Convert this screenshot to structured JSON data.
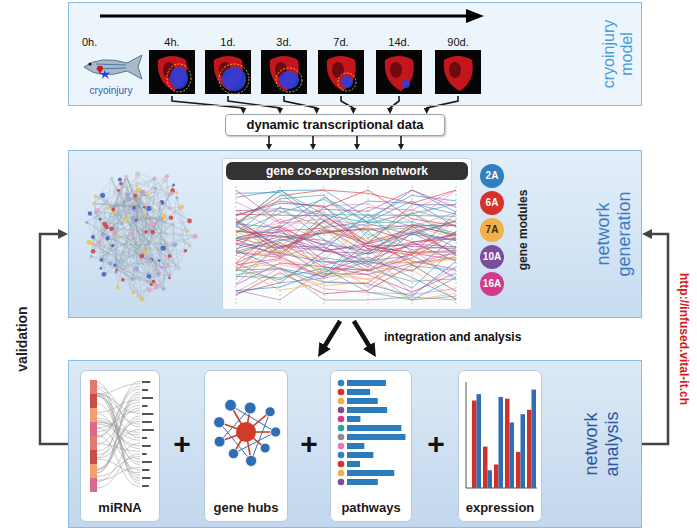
{
  "diagram": {
    "nodes": [
      {
        "text": [
          "cryoinjury model"
        ]
      },
      {
        "text": [
          "0h.",
          "cryoinjury"
        ],
        "in": 0
      },
      {
        "text": [
          "4h."
        ],
        "in": 0
      },
      {
        "text": [
          "1d."
        ],
        "in": 0
      },
      {
        "text": [
          "3d."
        ],
        "in": 0
      },
      {
        "text": [
          "7d."
        ],
        "in": 0
      },
      {
        "text": [
          "14d."
        ],
        "in": 0
      },
      {
        "text": [
          "90d."
        ],
        "in": 0
      },
      {
        "text": [
          "dynamic transcriptional data"
        ]
      },
      {
        "text": [
          "network generation"
        ]
      },
      {
        "text": [
          "gene co-expression network"
        ],
        "in": 9
      },
      {
        "text": [
          "2A"
        ],
        "in": 9
      },
      {
        "text": [
          "6A"
        ],
        "in": 9
      },
      {
        "text": [
          "7A"
        ],
        "in": 9
      },
      {
        "text": [
          "10A"
        ],
        "in": 9
      },
      {
        "text": [
          "16A"
        ],
        "in": 9
      },
      {
        "text": [
          "network analysis"
        ]
      },
      {
        "text": [
          "miRNA"
        ],
        "in": 16
      },
      {
        "text": [
          "gene hubs"
        ],
        "in": 16
      },
      {
        "text": [
          "pathways"
        ],
        "in": 16
      },
      {
        "text": [
          "expression"
        ],
        "in": 16
      }
    ],
    "edges": [
      {
        "from": 2,
        "to": 8,
        "arrow": "to"
      },
      {
        "from": 3,
        "to": 8,
        "arrow": "to"
      },
      {
        "from": 4,
        "to": 8,
        "arrow": "to"
      },
      {
        "from": 5,
        "to": 8,
        "arrow": "to"
      },
      {
        "from": 6,
        "to": 8,
        "arrow": "to"
      },
      {
        "from": 7,
        "to": 8,
        "arrow": "to"
      },
      {
        "from": 8,
        "to": 9,
        "arrow": "to"
      },
      {
        "from": 8,
        "to": 9,
        "arrow": "to"
      },
      {
        "from": 8,
        "to": 9,
        "arrow": "to"
      },
      {
        "from": 8,
        "to": 9,
        "arrow": "to"
      },
      {
        "from": 9,
        "to": 16,
        "arrow": "to"
      },
      {
        "from": 9,
        "to": 16,
        "arrow": "to"
      },
      {
        "from": 16,
        "to": 9,
        "label": "validation",
        "arrow": "to"
      },
      {
        "from": 16,
        "to": 9,
        "label": "http://infused.vital-it.ch",
        "arrow": "to"
      }
    ],
    "labels": [
      "gene modules",
      "integration and analysis",
      "+",
      "+",
      "+"
    ]
  }
}
